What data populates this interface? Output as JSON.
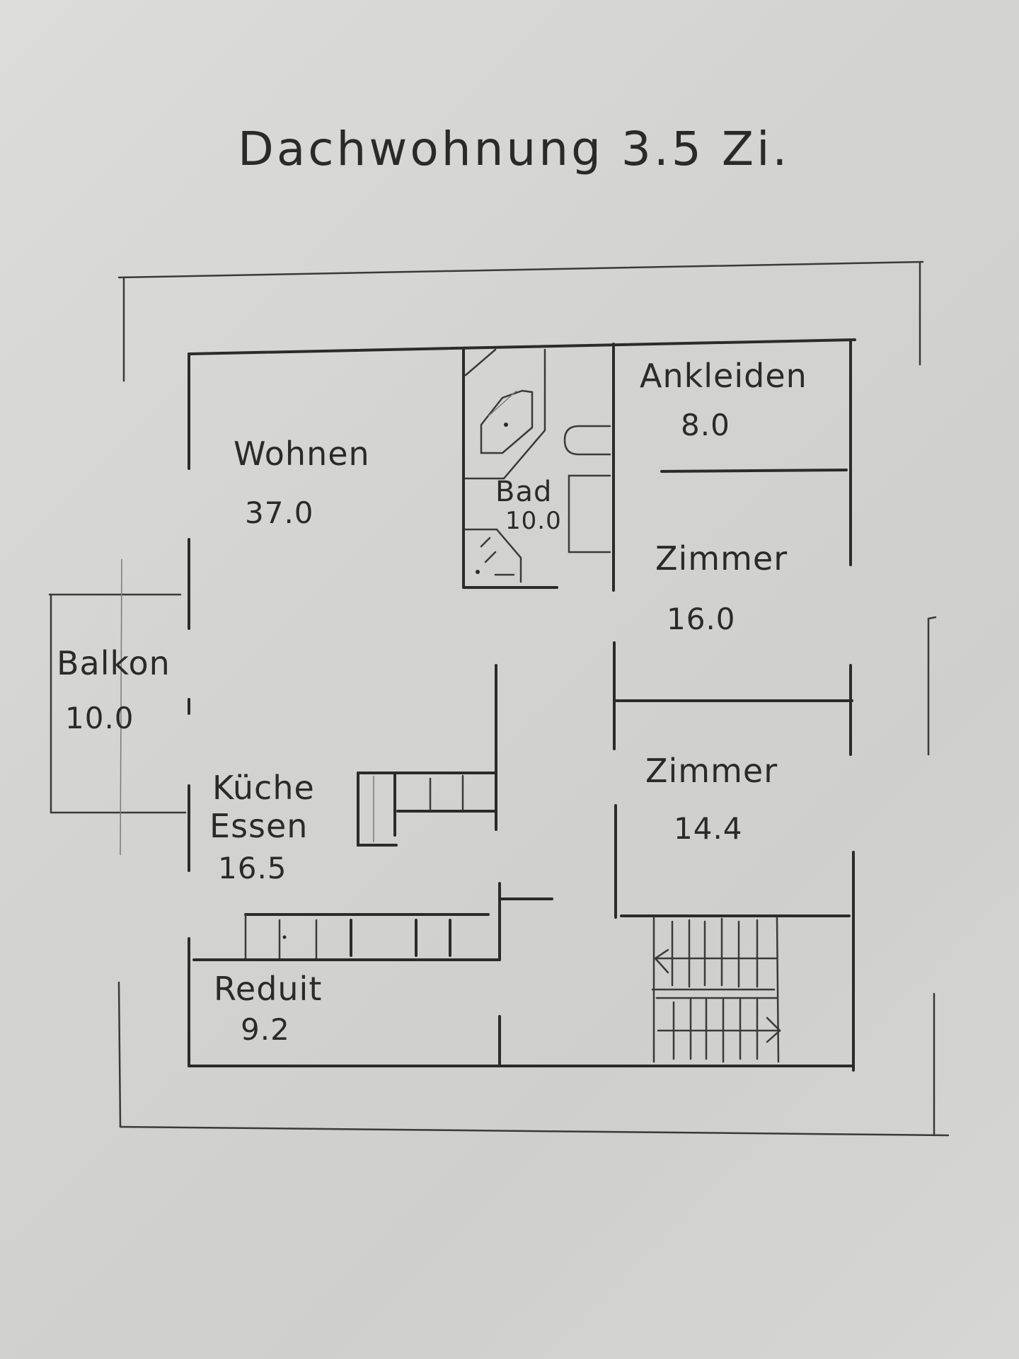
{
  "title": "Dachwohnung 3.5 Zi.",
  "colors": {
    "paper": "#d6d6d4",
    "ink": "#2b2b2b"
  },
  "rooms": [
    {
      "name": "Wohnen",
      "area": "37.0"
    },
    {
      "name": "Bad",
      "area": "10.0"
    },
    {
      "name": "Ankleiden",
      "area": "8.0"
    },
    {
      "name": "Zimmer",
      "area": "16.0"
    },
    {
      "name": "Balkon",
      "area": "10.0"
    },
    {
      "name": "Küche",
      "name2": "Essen",
      "area": "16.5"
    },
    {
      "name": "Zimmer",
      "area": "14.4"
    },
    {
      "name": "Reduit",
      "area": "9.2"
    }
  ],
  "symbols": {
    "bathtub": "bathtub-icon",
    "sink": "sink-icon",
    "toilet": "toilet-icon",
    "shower": "shower-icon",
    "kitchen_counter": "kitchen-counter-icon",
    "shelving": "shelving-icon",
    "staircase": "staircase-icon"
  }
}
